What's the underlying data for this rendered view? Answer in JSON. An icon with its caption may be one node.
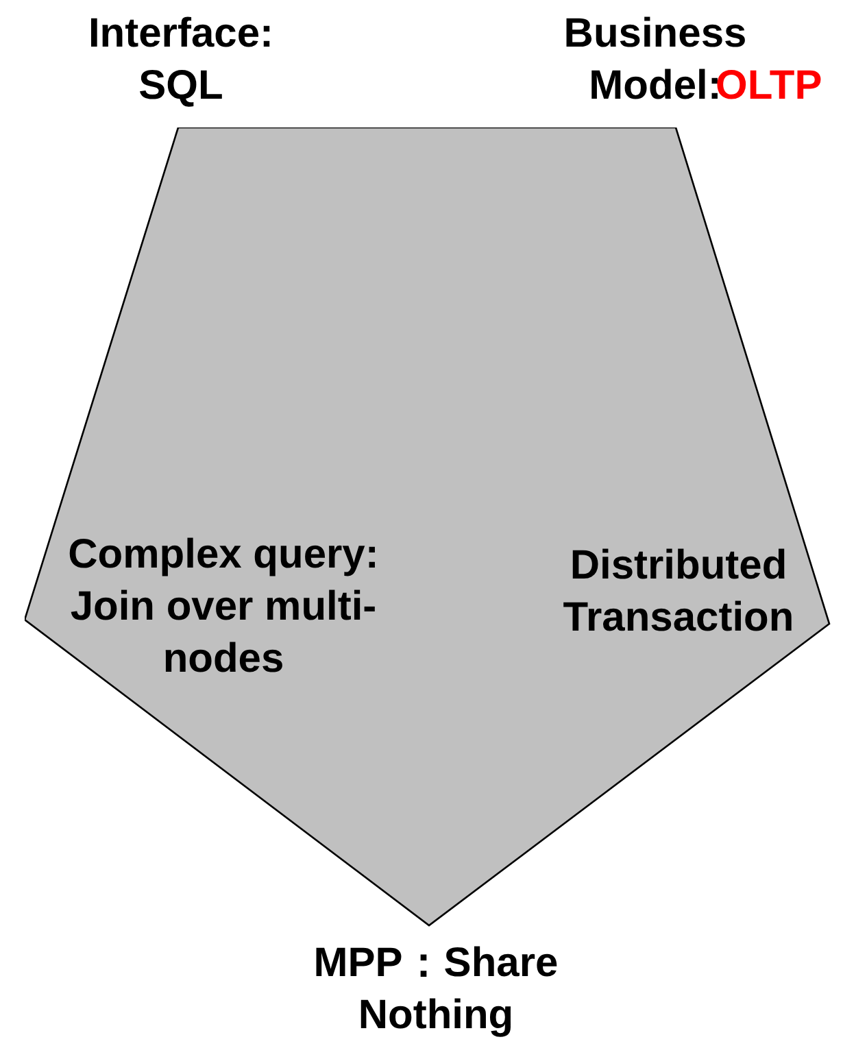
{
  "diagram": {
    "nodes": [
      {
        "text": [
          "Complex query: Join over multi-nodes",
          "Distributed Transaction"
        ]
      }
    ],
    "labels": [
      "Interface: SQL",
      "Business Model:",
      "OLTP",
      "MPP：Share Nothing"
    ]
  }
}
